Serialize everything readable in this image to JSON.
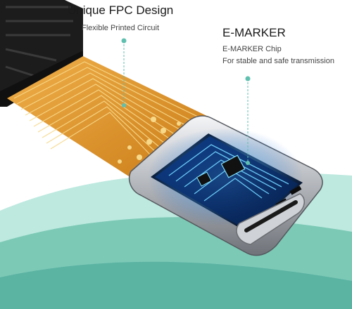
{
  "callouts": {
    "fpc": {
      "title": "Unique FPC Design",
      "subtitle": "Flexible Printed Circuit"
    },
    "emarker": {
      "title": "E-MARKER",
      "line1": "E-MARKER Chip",
      "line2": "For stable and safe transmission"
    }
  },
  "colors": {
    "accent_teal": "#5fc0b0",
    "fpc_orange": "#e09a2a",
    "chip_blue": "#1e6fd6",
    "cable_black": "#1c1c1c",
    "shell_silver": "#c9cbcf"
  },
  "icons": [
    "callout-dot",
    "type-c-connector",
    "fpc-ribbon",
    "e-marker-chip"
  ]
}
